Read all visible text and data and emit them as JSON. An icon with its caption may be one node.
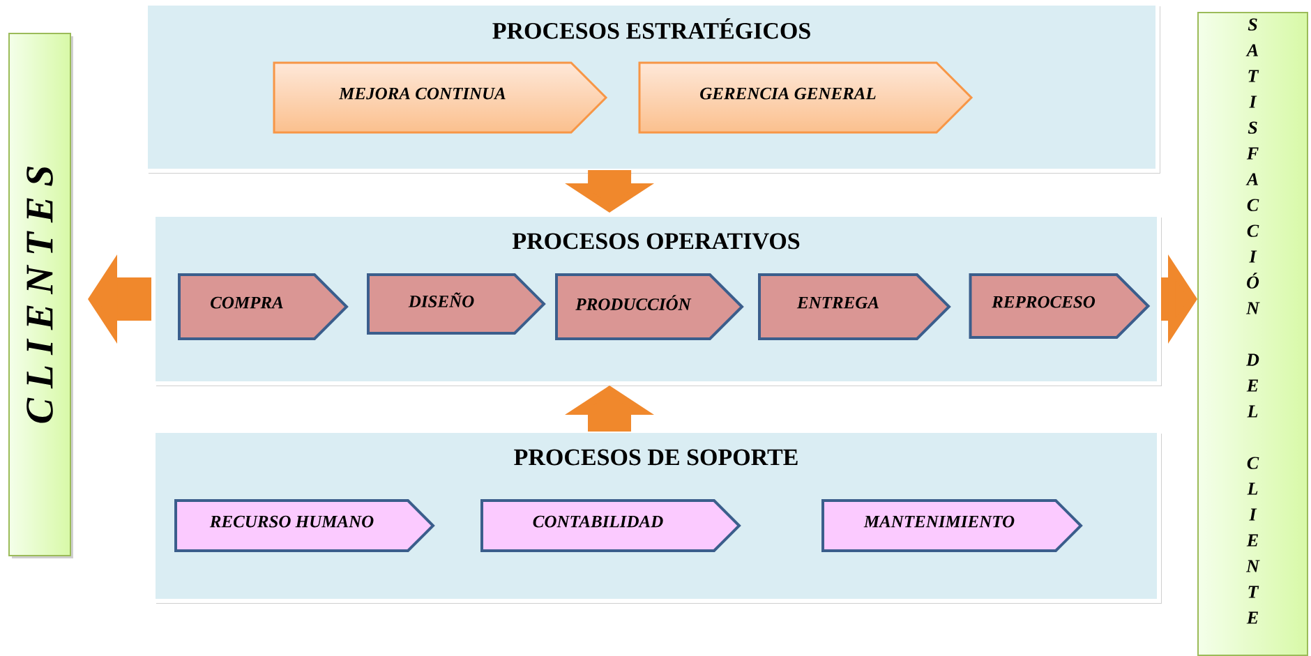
{
  "diagram": {
    "nodes": [
      {
        "text": [
          "C L I E N T E S"
        ]
      },
      {
        "text": [
          "SATISFACCIÓN DEL CLIENTE"
        ]
      },
      {
        "text": [
          "PROCESOS ESTRATÉGICOS"
        ]
      },
      {
        "text": [
          "MEJORA CONTINUA"
        ],
        "in": 2
      },
      {
        "text": [
          "GERENCIA GENERAL"
        ],
        "in": 2
      },
      {
        "text": [
          "PROCESOS OPERATIVOS"
        ]
      },
      {
        "text": [
          "COMPRA"
        ],
        "in": 5
      },
      {
        "text": [
          "DISEÑO"
        ],
        "in": 5
      },
      {
        "text": [
          "PRODUCCIÓN"
        ],
        "in": 5
      },
      {
        "text": [
          "ENTREGA"
        ],
        "in": 5
      },
      {
        "text": [
          "REPROCESO"
        ],
        "in": 5
      },
      {
        "text": [
          "PROCESOS DE SOPORTE"
        ]
      },
      {
        "text": [
          "RECURSO HUMANO"
        ],
        "in": 11
      },
      {
        "text": [
          "CONTABILIDAD"
        ],
        "in": 11
      },
      {
        "text": [
          "MANTENIMIENTO"
        ],
        "in": 11
      }
    ],
    "edges": [
      {
        "from": 2,
        "to": 5,
        "arrow": "to"
      },
      {
        "from": 11,
        "to": 5,
        "arrow": "to"
      },
      {
        "from": 5,
        "to": 0,
        "arrow": "to"
      },
      {
        "from": 5,
        "to": 1,
        "arrow": "to"
      }
    ]
  }
}
